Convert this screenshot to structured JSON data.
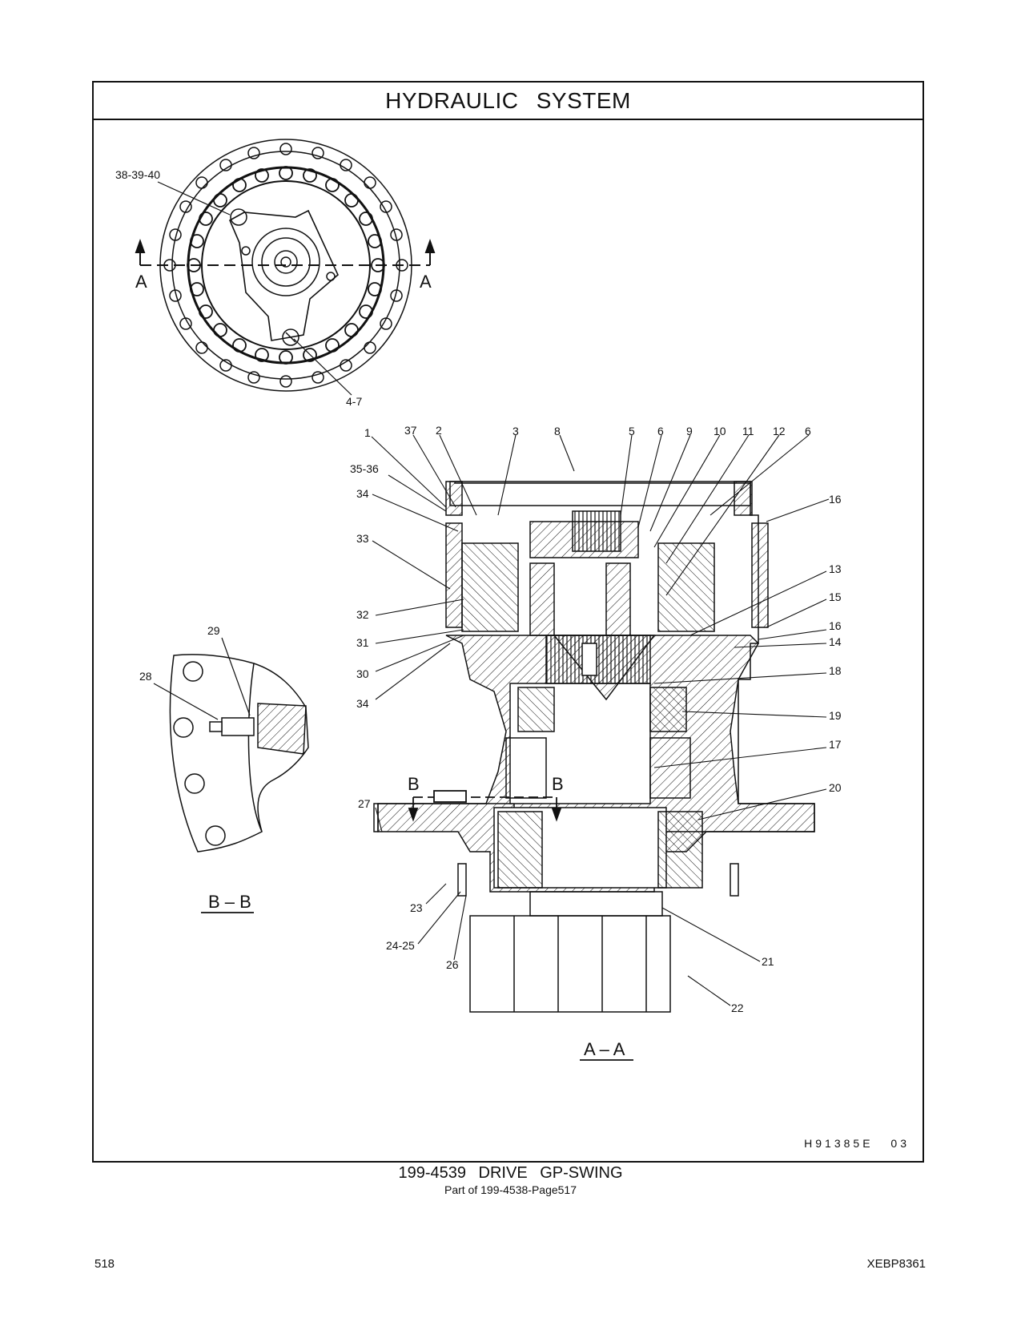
{
  "page": {
    "header_title": "HYDRAULIC   SYSTEM",
    "figure_code": "H91385E    03",
    "caption_title": "199-4539   DRIVE  GP-SWING",
    "caption_subtitle": "Part of 199-4538-Page517",
    "page_number": "518",
    "document_id": "XEBP8361"
  },
  "section_labels": {
    "aa_left": "A",
    "aa_right": "A",
    "bb_left": "B",
    "bb_right": "B",
    "view_bb": "B – B",
    "view_aa": "A – A"
  },
  "callouts": {
    "c38_39_40": "38-39-40",
    "c4_7": "4-7",
    "c1": "1",
    "c37": "37",
    "c2": "2",
    "c3": "3",
    "c8": "8",
    "c5": "5",
    "c6a": "6",
    "c9": "9",
    "c10": "10",
    "c11": "11",
    "c12": "12",
    "c6b": "6",
    "c35_36": "35-36",
    "c34a": "34",
    "c33": "33",
    "c32": "32",
    "c31": "31",
    "c30": "30",
    "c34b": "34",
    "c16a": "16",
    "c13": "13",
    "c15": "15",
    "c16b": "16",
    "c14": "14",
    "c18": "18",
    "c19": "19",
    "c17": "17",
    "c20": "20",
    "c27": "27",
    "c23": "23",
    "c24_25": "24-25",
    "c26": "26",
    "c21": "21",
    "c22": "22",
    "c28": "28",
    "c29": "29"
  }
}
